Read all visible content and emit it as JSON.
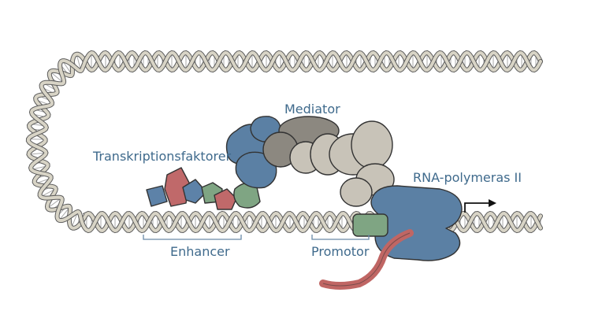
{
  "labels": {
    "mediator": "Mediator",
    "transcription_factors": "Transkriptionsfaktorer",
    "rna_polymerase": "RNA-polymeras II",
    "enhancer": "Enhancer",
    "promoter": "Promotor"
  },
  "colors": {
    "dna_backbone": "#d8d4c6",
    "dna_outline": "#5c5c5c",
    "dna_rung": "#a9a9a9",
    "mediator_blue": "#5b80a4",
    "mediator_grey_dark": "#8c8880",
    "mediator_grey_light": "#c8c3b8",
    "factor_red": "#c0696a",
    "factor_green": "#7fa583",
    "factor_blue": "#5d82a8",
    "rna": "#c06664",
    "label_text": "#3f6a8c"
  }
}
